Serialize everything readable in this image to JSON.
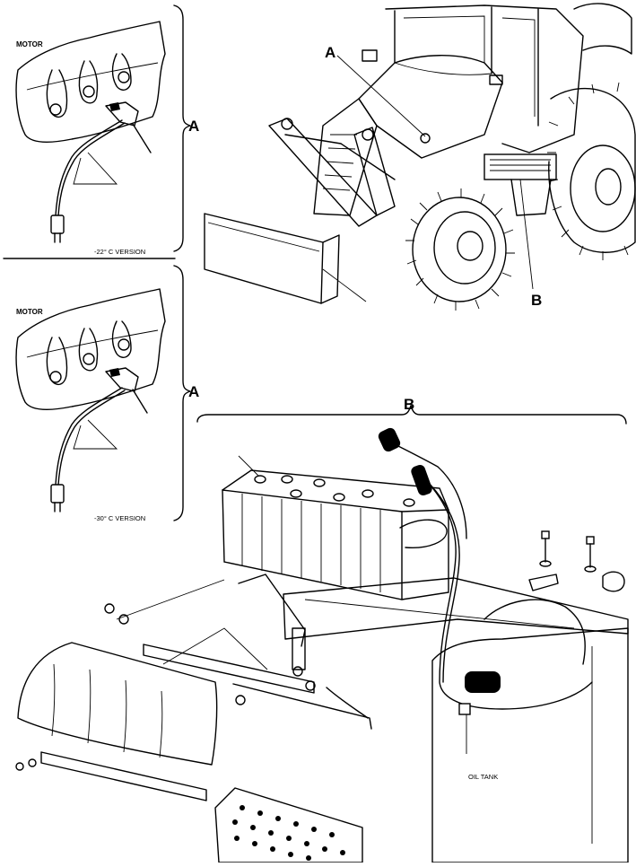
{
  "callouts": {
    "inset_top": "A",
    "inset_bottom": "A",
    "machine_a": "A",
    "machine_b": "B",
    "battery_b": "B"
  },
  "inset_top": {
    "title": "MOTOR",
    "caption": "-22° C VERSION"
  },
  "inset_bottom": {
    "title": "MOTOR",
    "caption": "-30° C VERSION"
  },
  "labels": {
    "oil_tank": "OIL TANK"
  },
  "colors": {
    "line": "#000000",
    "background": "#ffffff"
  }
}
